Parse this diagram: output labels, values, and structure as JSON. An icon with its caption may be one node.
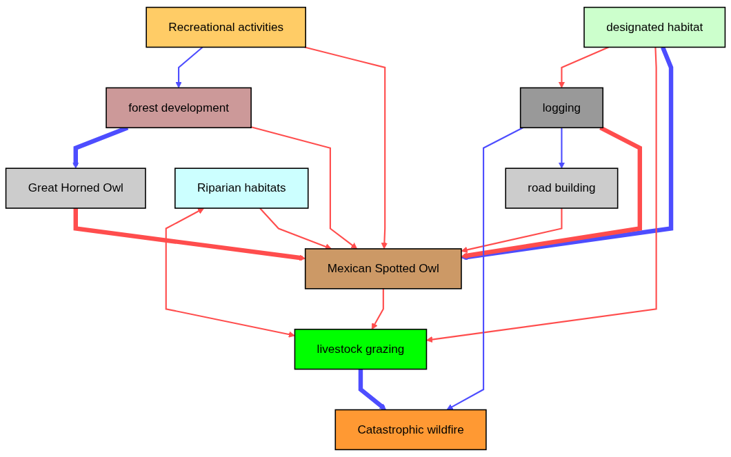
{
  "diagram": {
    "nodes": [
      {
        "text": [
          "Great Horned Owl"
        ]
      },
      {
        "text": [
          "Riparian habitats"
        ]
      },
      {
        "text": [
          "designated habitat"
        ]
      },
      {
        "text": [
          "Mexican Spotted Owl"
        ]
      },
      {
        "text": [
          "road  building"
        ]
      },
      {
        "text": [
          "livestock grazing"
        ]
      },
      {
        "text": [
          "forest development"
        ]
      },
      {
        "text": [
          "logging"
        ]
      },
      {
        "text": [
          "Catastrophic wildfire"
        ]
      },
      {
        "text": [
          "Recreational activities"
        ]
      }
    ],
    "edges": [
      {
        "from": 0,
        "to": 3,
        "arrow": "to",
        "style": "thick"
      },
      {
        "from": 1,
        "to": 3,
        "arrow": "to"
      },
      {
        "from": 2,
        "to": 3,
        "arrow": "to",
        "style": "thick",
        "color": "#4d4dff"
      },
      {
        "from": 4,
        "to": 3,
        "arrow": "to"
      },
      {
        "from": 7,
        "to": 3,
        "arrow": "to",
        "style": "thick"
      },
      {
        "from": 6,
        "to": 3,
        "arrow": "to"
      },
      {
        "from": 9,
        "to": 3,
        "arrow": "to"
      },
      {
        "from": 3,
        "to": 5,
        "arrow": "to"
      },
      {
        "from": 1,
        "to": 5,
        "arrow": "both"
      },
      {
        "from": 2,
        "to": 5,
        "arrow": "to"
      },
      {
        "from": 2,
        "to": 7,
        "arrow": "to"
      },
      {
        "from": 6,
        "to": 0,
        "arrow": "to",
        "style": "thick",
        "color": "#4d4dff"
      },
      {
        "from": 7,
        "to": 4,
        "arrow": "to",
        "color": "#4d4dff"
      },
      {
        "from": 7,
        "to": 8,
        "arrow": "to",
        "color": "#4d4dff"
      },
      {
        "from": 5,
        "to": 8,
        "arrow": "to",
        "style": "thick",
        "color": "#4d4dff"
      },
      {
        "from": 9,
        "to": 6,
        "arrow": "to",
        "color": "#4d4dff"
      }
    ]
  }
}
